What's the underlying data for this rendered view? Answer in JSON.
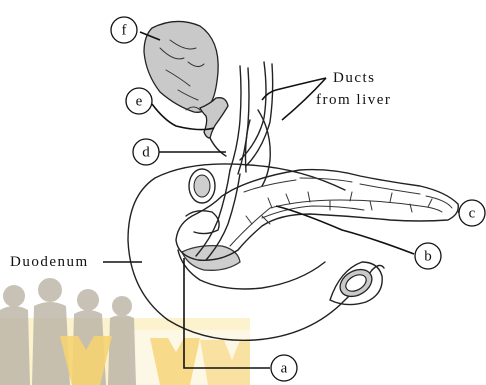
{
  "labels": {
    "a": "a",
    "b": "b",
    "c": "c",
    "d": "d",
    "e": "e",
    "f": "f",
    "ducts_line1": "Ducts",
    "ducts_line2": "from liver",
    "duodenum": "Duodenum"
  },
  "watermark": {
    "colors": [
      "#f2b400",
      "#e8a200",
      "#d99a10"
    ],
    "figure_color": "#8a7a62"
  }
}
